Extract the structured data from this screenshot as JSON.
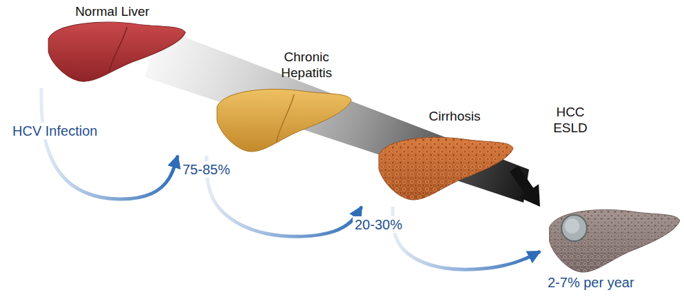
{
  "diagram": {
    "nodes": [
      {
        "text": [
          "Normal Liver"
        ]
      },
      {
        "text": [
          "Chronic Hepatitis"
        ]
      },
      {
        "text": [
          "Cirrhosis"
        ]
      },
      {
        "text": [
          "HCC ESLD"
        ]
      }
    ],
    "edges": [
      {
        "from": 0,
        "to": 1,
        "arrow": "to",
        "label": "75-85%"
      },
      {
        "from": 1,
        "to": 2,
        "arrow": "to",
        "label": "20-30%"
      },
      {
        "from": 2,
        "to": 3,
        "arrow": "to",
        "label": "2-7% per year"
      },
      {
        "from": 2,
        "to": 3,
        "arrow": "to"
      }
    ],
    "labels": [
      "HCV Infection"
    ]
  }
}
